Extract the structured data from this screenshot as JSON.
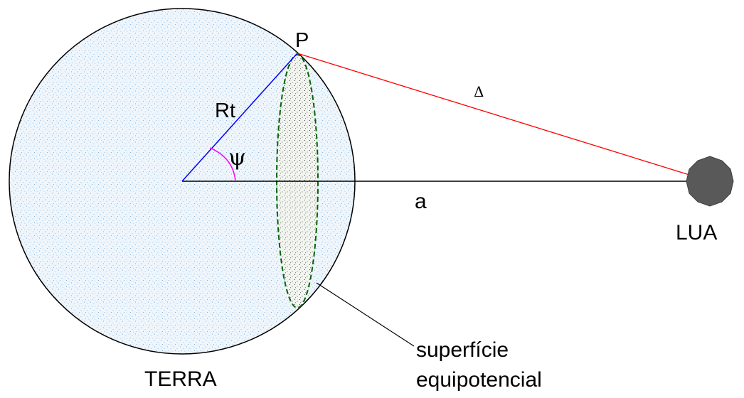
{
  "labels": {
    "point": "P",
    "radius": "Rt",
    "distance_moon": "Δ",
    "angle": "ψ",
    "center_distance": "a",
    "moon": "LUA",
    "earth": "TERRA",
    "surface_line1": "superfície",
    "surface_line2": "equipotencial"
  },
  "colors": {
    "earth_fill": "#e3eef7",
    "earth_stipple": "#5b9bd5",
    "earth_outline": "#000000",
    "radius_line": "#0000ff",
    "moon_line": "#ff0000",
    "angle_arc": "#ff00ff",
    "ellipse_dash": "#006400",
    "ellipse_fill": "#eef3ea",
    "moon_fill": "#595959"
  }
}
